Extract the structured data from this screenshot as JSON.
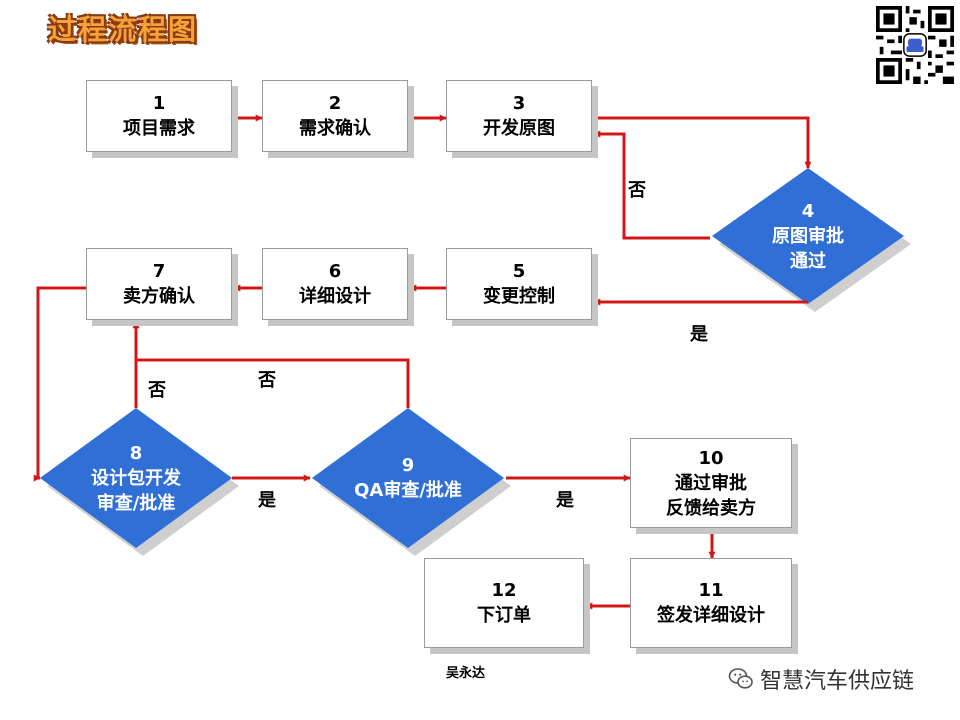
{
  "title": "过程流程图",
  "steps": [
    {
      "num": "1",
      "lines": [
        "项目需求"
      ]
    },
    {
      "num": "2",
      "lines": [
        "需求确认"
      ]
    },
    {
      "num": "3",
      "lines": [
        "开发原图"
      ]
    },
    {
      "num": "4",
      "lines": [
        "原图审批",
        "通过"
      ]
    },
    {
      "num": "5",
      "lines": [
        "变更控制"
      ]
    },
    {
      "num": "6",
      "lines": [
        "详细设计"
      ]
    },
    {
      "num": "7",
      "lines": [
        "卖方确认"
      ]
    },
    {
      "num": "8",
      "lines": [
        "设计包开发",
        "审查/批准"
      ]
    },
    {
      "num": "9",
      "lines": [
        "QA审查/批准"
      ]
    },
    {
      "num": "10",
      "lines": [
        "通过审批",
        "反馈给卖方"
      ]
    },
    {
      "num": "11",
      "lines": [
        "签发详细设计"
      ]
    },
    {
      "num": "12",
      "lines": [
        "下订单"
      ]
    }
  ],
  "edge_labels": {
    "no_4": "否",
    "yes_4": "是",
    "no_8": "否",
    "no_9": "否",
    "yes_8": "是",
    "yes_9": "是"
  },
  "author": "吴永达",
  "brand": "智慧汽车供应链",
  "colors": {
    "arrow": "#d01818",
    "diamond": "#2f6fd6",
    "diamond_shadow": "#cfcfcf"
  },
  "icons": [
    "qr-code-icon",
    "wechat-icon"
  ]
}
